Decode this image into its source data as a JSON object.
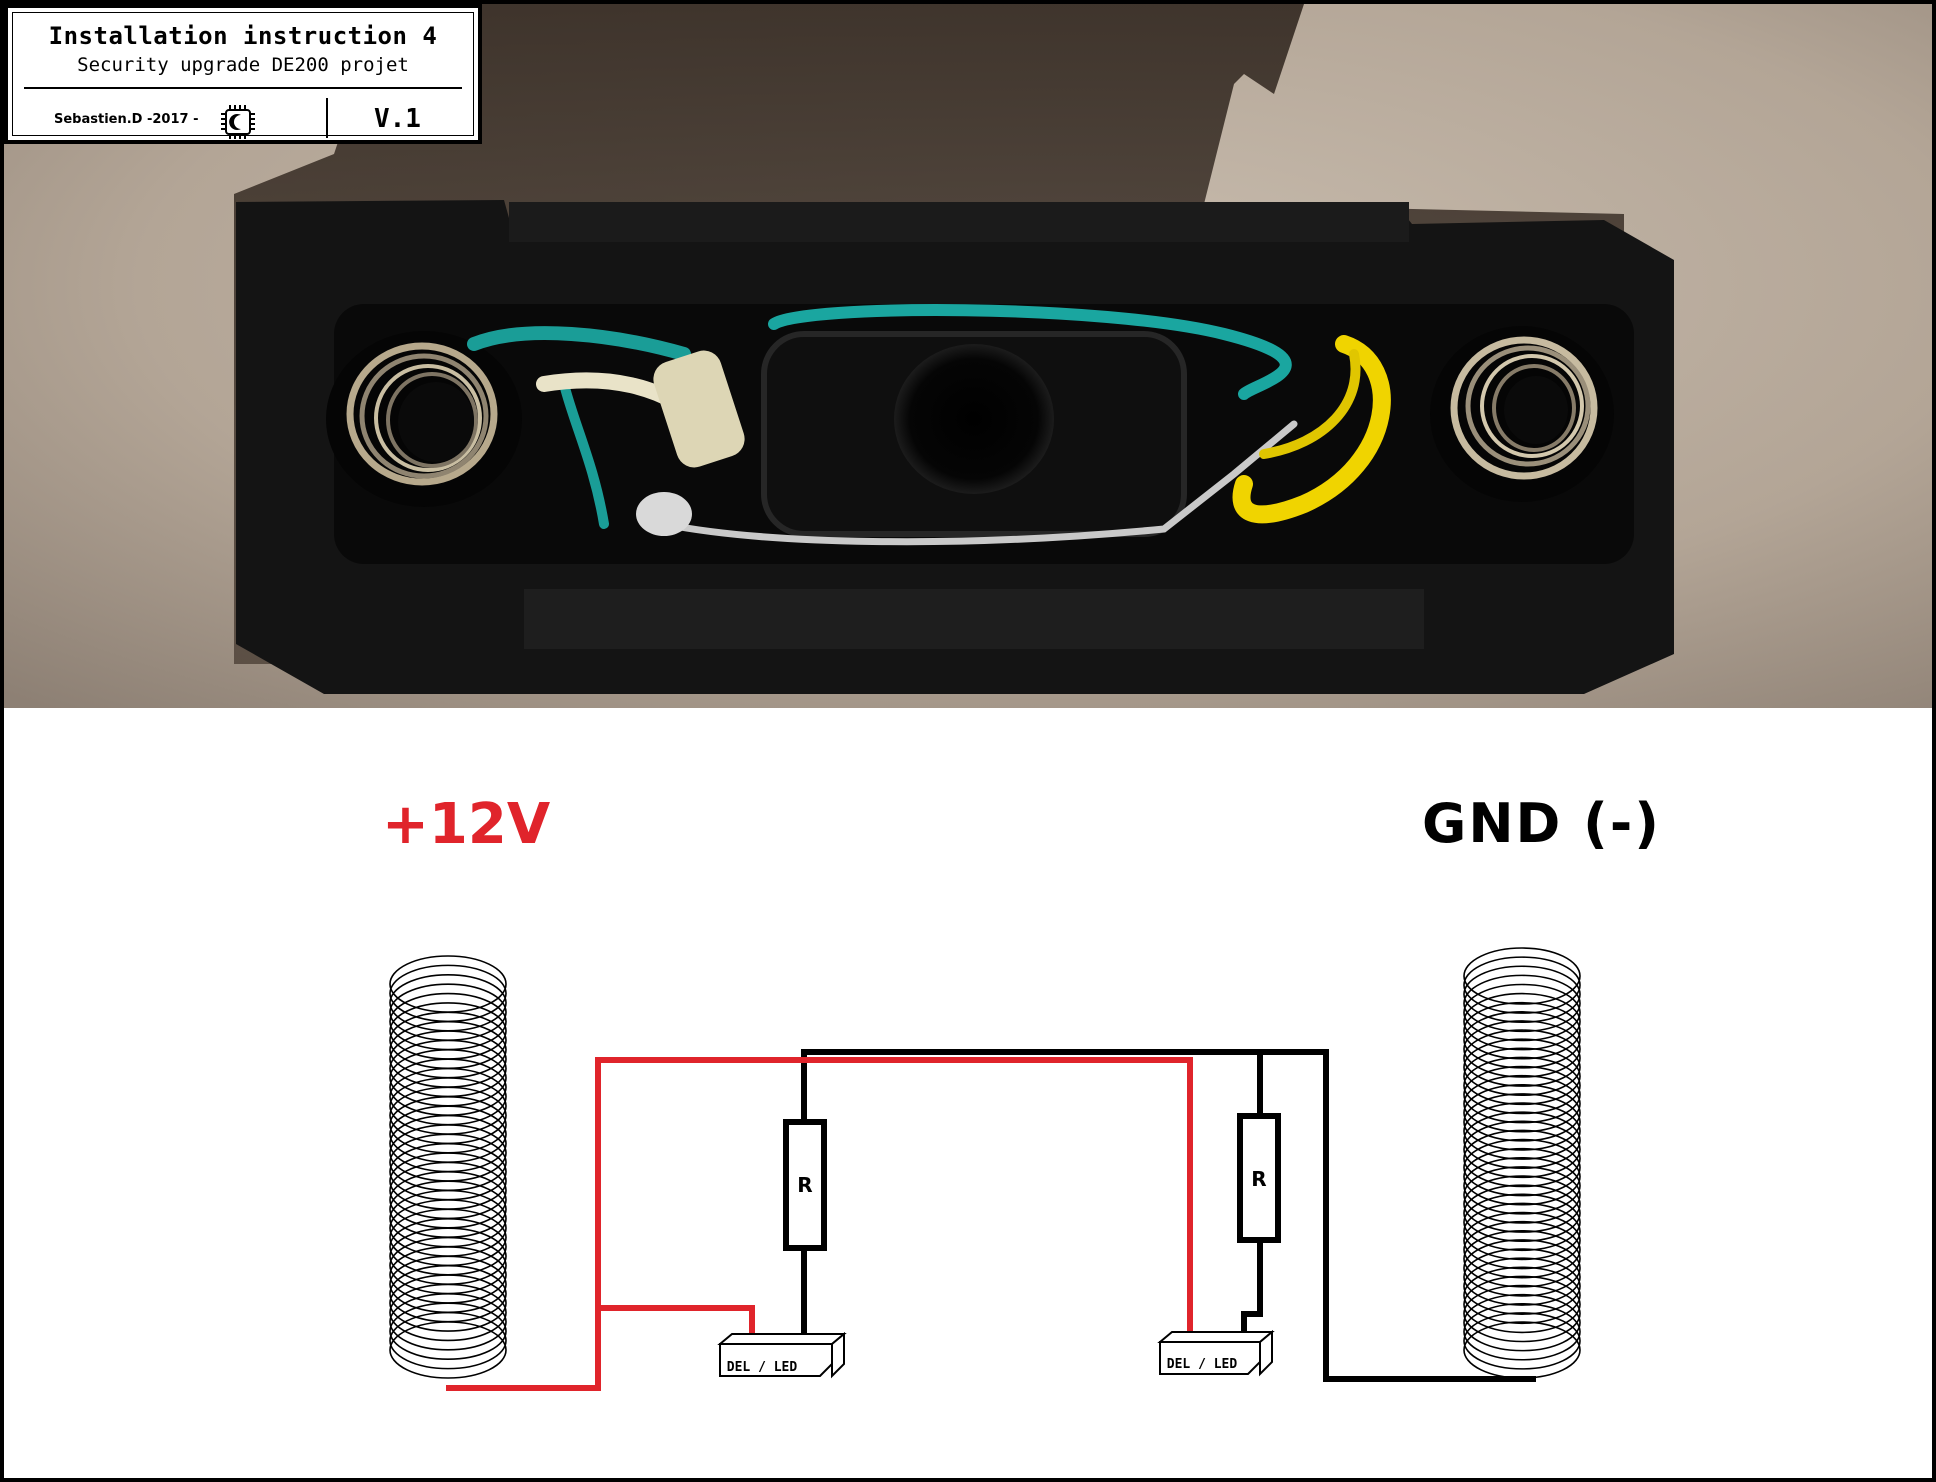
{
  "title_block": {
    "title": "Installation instruction 4",
    "subtitle": "Security upgrade DE200 projet",
    "author": "Sebastien.D -2017 -",
    "logo_icon": "chip-moon-logo-icon",
    "version": "V.1"
  },
  "photo": {
    "description_icon": "device-housing-photo",
    "colors": {
      "background_wall": "#b8ab9d",
      "housing": "#111111",
      "wire_green": "#1aa6a0",
      "wire_yellow": "#f0d400",
      "wire_white": "#e9e3c8",
      "spring": "#b7a98c"
    }
  },
  "schematic": {
    "positive_label": "+12V",
    "ground_label": "GND (-)",
    "resistor_label": "R",
    "led_label": "DEL / LED",
    "colors": {
      "positive_wire": "#e0242b",
      "ground_wire": "#000000"
    }
  }
}
